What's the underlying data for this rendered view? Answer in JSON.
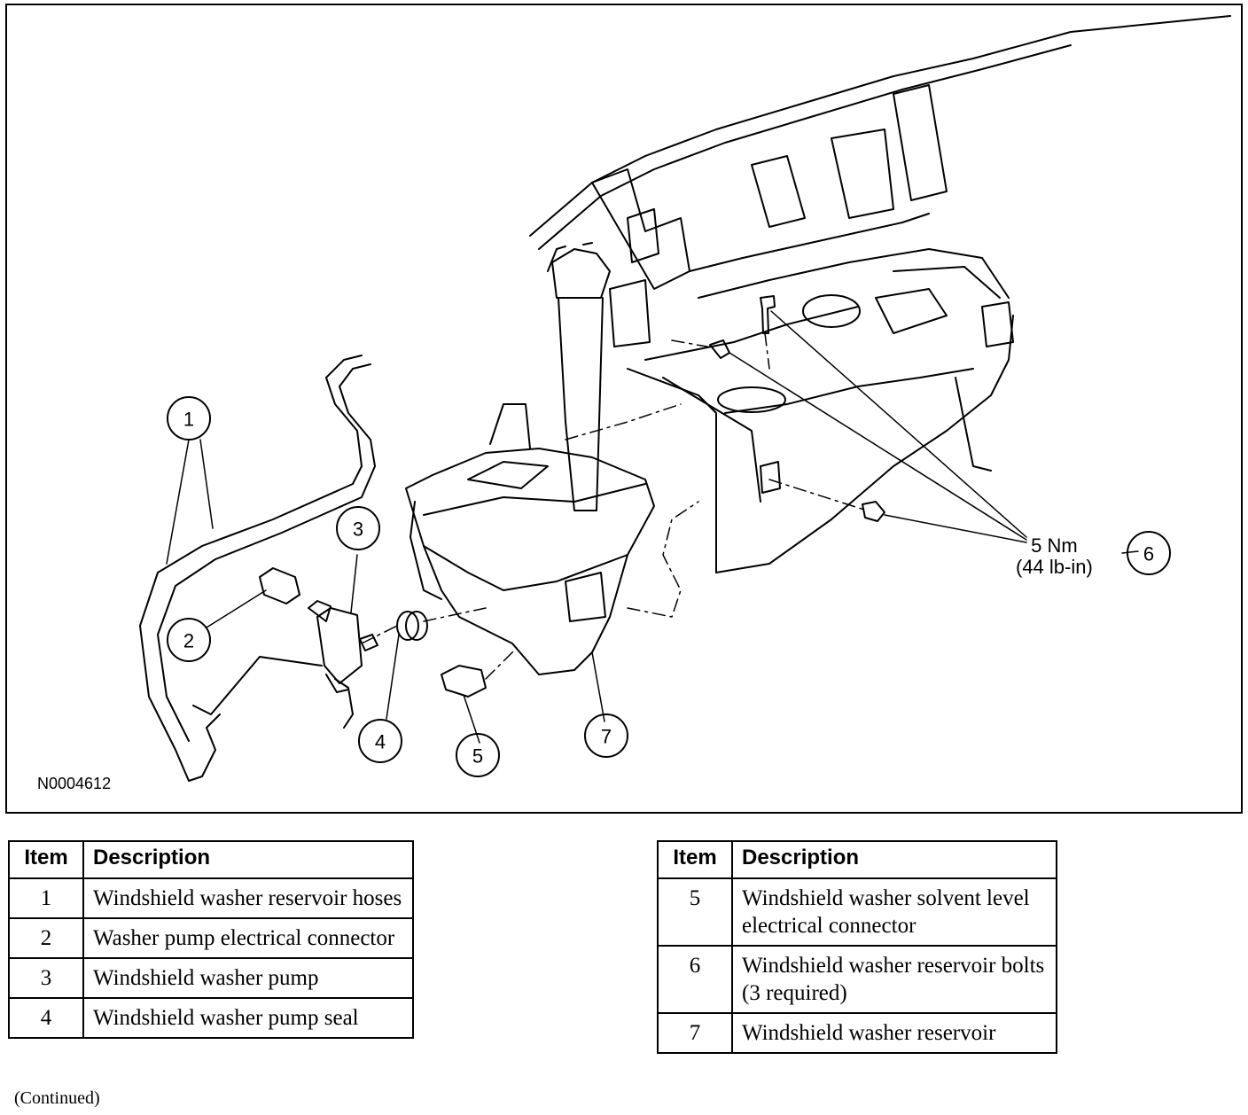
{
  "figure": {
    "id": "N0004612",
    "torque_line1": "5 Nm",
    "torque_line2": "(44 lb-in)",
    "callouts": [
      "1",
      "2",
      "3",
      "4",
      "5",
      "6",
      "7"
    ]
  },
  "table_left": {
    "headers": [
      "Item",
      "Description"
    ],
    "rows": [
      {
        "item": "1",
        "description": "Windshield washer reservoir hoses"
      },
      {
        "item": "2",
        "description": "Washer pump electrical connector"
      },
      {
        "item": "3",
        "description": "Windshield washer pump"
      },
      {
        "item": "4",
        "description": "Windshield washer pump seal"
      }
    ]
  },
  "table_right": {
    "headers": [
      "Item",
      "Description"
    ],
    "rows": [
      {
        "item": "5",
        "description": "Windshield washer solvent level electrical connector"
      },
      {
        "item": "6",
        "description": "Windshield washer reservoir bolts (3 required)"
      },
      {
        "item": "7",
        "description": "Windshield washer reservoir"
      }
    ]
  },
  "footer": {
    "continued": "(Continued)"
  }
}
